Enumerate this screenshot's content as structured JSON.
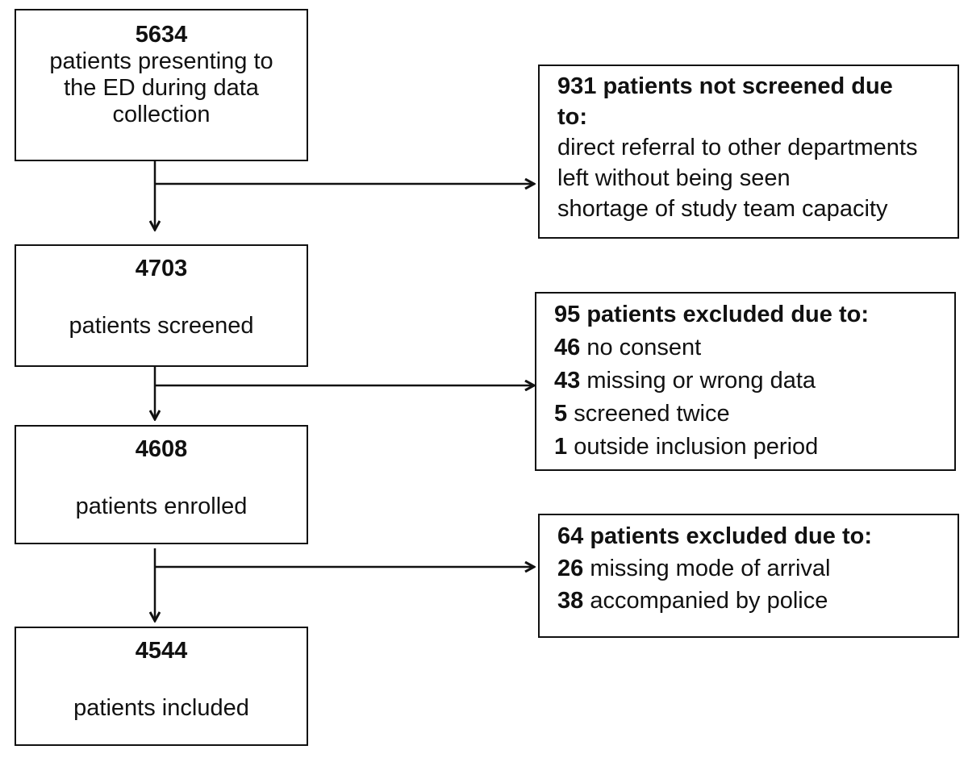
{
  "nodes": {
    "presenting": {
      "number": "5634",
      "text_lines": [
        "patients presenting to",
        "the ED during data",
        "collection"
      ]
    },
    "screened": {
      "number": "4703",
      "text": "patients screened"
    },
    "enrolled": {
      "number": "4608",
      "text": "patients enrolled"
    },
    "included": {
      "number": "4544",
      "text": "patients included"
    }
  },
  "exclusions": {
    "not_screened": {
      "heading_lines": [
        "931 patients not screened due",
        "to:"
      ],
      "reasons": [
        "direct referral to other departments",
        "left without being seen",
        "shortage of study team capacity"
      ]
    },
    "excluded_screening": {
      "heading": "95 patients excluded due to:",
      "reasons": [
        {
          "count": "46",
          "text": " no consent"
        },
        {
          "count": "43",
          "text": " missing or wrong data"
        },
        {
          "count": "5",
          "text": " screened twice"
        },
        {
          "count": "1",
          "text": " outside inclusion period"
        }
      ]
    },
    "excluded_enrolled": {
      "heading": "64 patients excluded due to:",
      "reasons": [
        {
          "count": "26",
          "text": " missing mode of arrival"
        },
        {
          "count": "38",
          "text": " accompanied by police"
        }
      ]
    }
  },
  "colors": {
    "stroke": "#111111",
    "background": "#ffffff"
  }
}
